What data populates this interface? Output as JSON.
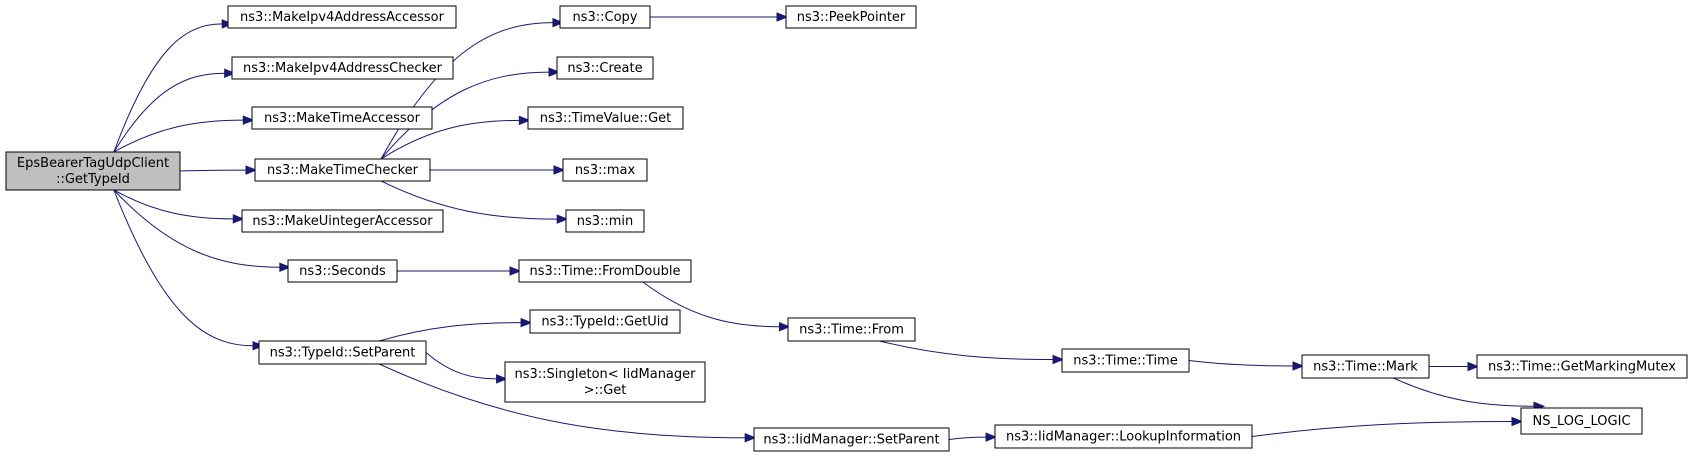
{
  "graph": {
    "nodes": [
      {
        "id": "root",
        "lines": [
          "EpsBearerTagUdpClient",
          "::GetTypeId"
        ],
        "highlight": true
      },
      {
        "id": "ipv4acc",
        "lines": [
          "ns3::MakeIpv4AddressAccessor"
        ]
      },
      {
        "id": "ipv4chk",
        "lines": [
          "ns3::MakeIpv4AddressChecker"
        ]
      },
      {
        "id": "timeacc",
        "lines": [
          "ns3::MakeTimeAccessor"
        ]
      },
      {
        "id": "timechk",
        "lines": [
          "ns3::MakeTimeChecker"
        ]
      },
      {
        "id": "uintacc",
        "lines": [
          "ns3::MakeUintegerAccessor"
        ]
      },
      {
        "id": "seconds",
        "lines": [
          "ns3::Seconds"
        ]
      },
      {
        "id": "setparent",
        "lines": [
          "ns3::TypeId::SetParent"
        ]
      },
      {
        "id": "copy",
        "lines": [
          "ns3::Copy"
        ]
      },
      {
        "id": "peek",
        "lines": [
          "ns3::PeekPointer"
        ]
      },
      {
        "id": "create",
        "lines": [
          "ns3::Create"
        ]
      },
      {
        "id": "tvget",
        "lines": [
          "ns3::TimeValue::Get"
        ]
      },
      {
        "id": "max",
        "lines": [
          "ns3::max"
        ]
      },
      {
        "id": "min",
        "lines": [
          "ns3::min"
        ]
      },
      {
        "id": "fromdouble",
        "lines": [
          "ns3::Time::FromDouble"
        ]
      },
      {
        "id": "from",
        "lines": [
          "ns3::Time::From"
        ]
      },
      {
        "id": "time",
        "lines": [
          "ns3::Time::Time"
        ]
      },
      {
        "id": "mark",
        "lines": [
          "ns3::Time::Mark"
        ]
      },
      {
        "id": "mutex",
        "lines": [
          "ns3::Time::GetMarkingMutex"
        ]
      },
      {
        "id": "log",
        "lines": [
          "NS_LOG_LOGIC"
        ]
      },
      {
        "id": "getuid",
        "lines": [
          "ns3::TypeId::GetUid"
        ]
      },
      {
        "id": "singleton",
        "lines": [
          "ns3::Singleton< IidManager",
          ">::Get"
        ]
      },
      {
        "id": "iidsetparent",
        "lines": [
          "ns3::IidManager::SetParent"
        ]
      },
      {
        "id": "lookup",
        "lines": [
          "ns3::IidManager::LookupInformation"
        ]
      }
    ],
    "edges": [
      [
        "root",
        "ipv4acc"
      ],
      [
        "root",
        "ipv4chk"
      ],
      [
        "root",
        "timeacc"
      ],
      [
        "root",
        "timechk"
      ],
      [
        "root",
        "uintacc"
      ],
      [
        "root",
        "seconds"
      ],
      [
        "root",
        "setparent"
      ],
      [
        "timechk",
        "copy"
      ],
      [
        "timechk",
        "create"
      ],
      [
        "timechk",
        "tvget"
      ],
      [
        "timechk",
        "max"
      ],
      [
        "timechk",
        "min"
      ],
      [
        "copy",
        "peek"
      ],
      [
        "seconds",
        "fromdouble"
      ],
      [
        "fromdouble",
        "from"
      ],
      [
        "from",
        "time"
      ],
      [
        "time",
        "mark"
      ],
      [
        "mark",
        "mutex"
      ],
      [
        "mark",
        "log"
      ],
      [
        "setparent",
        "getuid"
      ],
      [
        "setparent",
        "singleton"
      ],
      [
        "setparent",
        "iidsetparent"
      ],
      [
        "iidsetparent",
        "lookup"
      ],
      [
        "lookup",
        "log"
      ]
    ],
    "colors": {
      "edge": "#191970",
      "highlight_fill": "#bfbfbf",
      "node_fill": "#ffffff",
      "border": "#000000"
    }
  }
}
